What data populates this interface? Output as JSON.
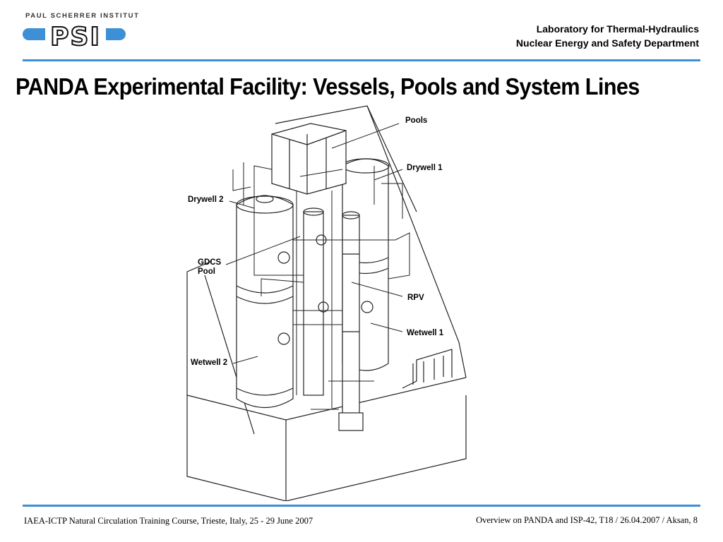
{
  "header": {
    "logo_text": "PAUL SCHERRER INSTITUT",
    "logo_mark": "PSI",
    "lab": "Laboratory for Thermal-Hydraulics",
    "department": "Nuclear Energy and Safety Department"
  },
  "title": "PANDA Experimental Facility: Vessels, Pools and System Lines",
  "diagram": {
    "labels": {
      "pools": "Pools",
      "drywell1": "Drywell 1",
      "drywell2": "Drywell 2",
      "gdcs_line1": "GDCS",
      "gdcs_line2": "Pool",
      "rpv": "RPV",
      "wetwell1": "Wetwell 1",
      "wetwell2": "Wetwell 2"
    }
  },
  "footer": {
    "left": "IAEA-ICTP Natural Circulation Training Course, Trieste, Italy, 25 - 29 June 2007",
    "right": "Overview on PANDA and ISP-42, T18  / 26.04.2007 / Aksan, 8"
  },
  "colors": {
    "accent_rule": "#3d8fd6",
    "logo_blue": "#3d8fd6"
  }
}
